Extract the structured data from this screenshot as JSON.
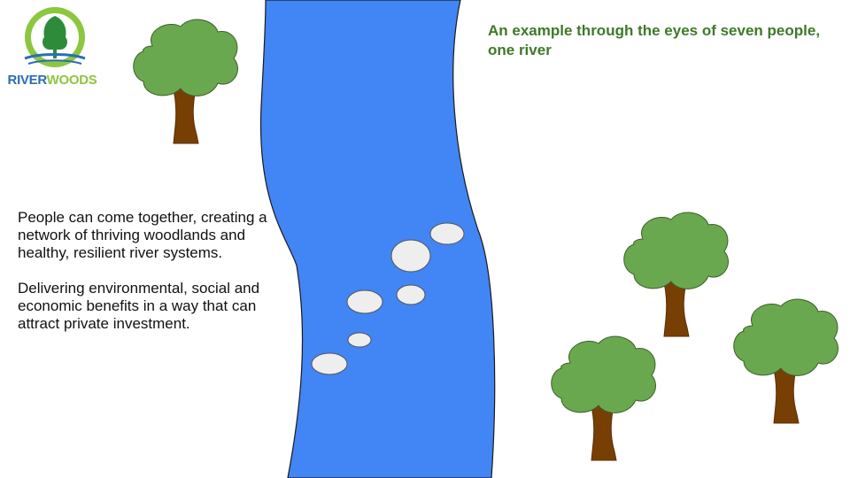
{
  "logo": {
    "text_part1": "RIVER",
    "text_part2": "WOODS"
  },
  "heading": "An example through the eyes of seven people, one river",
  "body": {
    "paragraph1": "People can come together, creating a network of thriving woodlands and healthy, resilient river systems.",
    "paragraph2": "Delivering environmental, social and economic benefits in a way that can attract private investment."
  },
  "colors": {
    "river": "#4285f4",
    "stone": "#eeeeee",
    "foliage": "#6aa84f",
    "trunk": "#783f04",
    "heading": "#3d7a28"
  }
}
